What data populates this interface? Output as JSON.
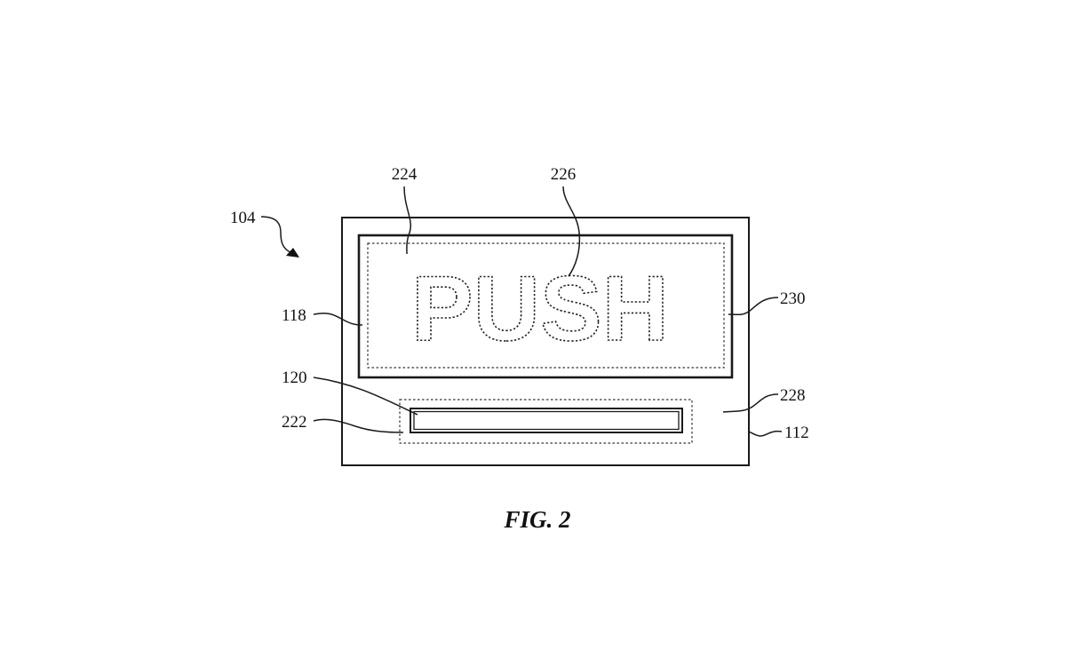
{
  "figure": {
    "caption": "FIG. 2",
    "display_text": "PUSH",
    "reference_numerals": {
      "device": "104",
      "top_left_label": "224",
      "push_text_label": "226",
      "outer_frame_label": "118",
      "frame_right_label": "230",
      "strip_label": "120",
      "strip_frame_label": "222",
      "panel_region_label": "228",
      "panel_label": "112"
    }
  }
}
